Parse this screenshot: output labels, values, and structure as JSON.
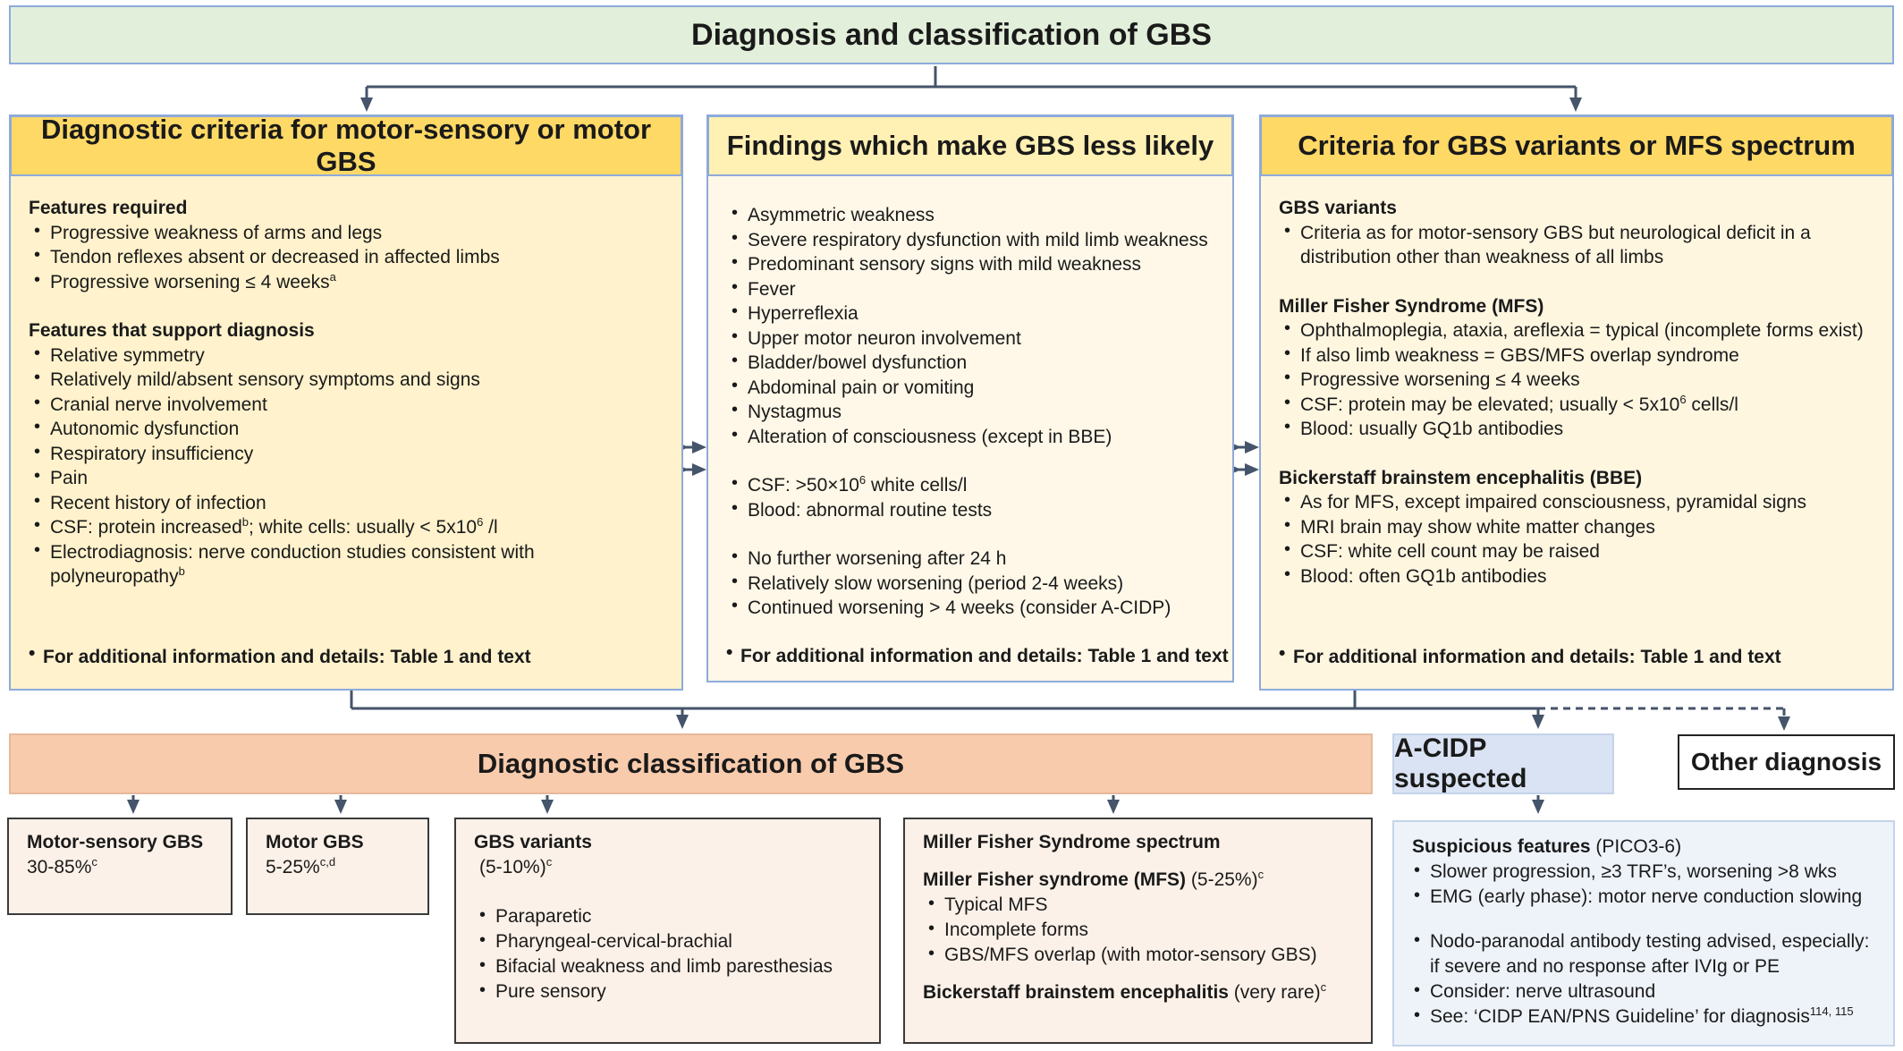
{
  "title": "Diagnosis and classification of GBS",
  "columns": {
    "left": {
      "header": "Diagnostic criteria for motor-sensory or motor GBS",
      "required_title": "Features required",
      "required_items": [
        "Progressive weakness of arms and legs",
        "Tendon reflexes absent or decreased in affected limbs",
        "Progressive worsening ≤ 4 weeks"
      ],
      "required_sup": "a",
      "support_title": "Features that support diagnosis",
      "support_items": [
        "Relative symmetry",
        "Relatively mild/absent sensory symptoms and signs",
        "Cranial nerve involvement",
        "Autonomic dysfunction",
        "Respiratory insufficiency",
        "Pain",
        "Recent history of infection"
      ],
      "csf_a": "CSF: protein increased",
      "csf_sup1": "b",
      "csf_b": "; white cells: usually < 5x10",
      "csf_sup2": "6",
      "csf_c": " /l",
      "electro": "Electrodiagnosis: nerve conduction studies consistent with polyneuropathy",
      "electro_sup": "b",
      "footer": "For additional information and details: Table 1 and text"
    },
    "middle": {
      "header": "Findings which make GBS less likely",
      "items_1": [
        "Asymmetric weakness",
        "Severe respiratory dysfunction with mild limb weakness",
        "Predominant sensory signs with mild weakness",
        "Fever",
        "Hyperreflexia",
        "Upper motor neuron involvement",
        "Bladder/bowel dysfunction",
        "Abdominal pain or vomiting",
        "Nystagmus",
        "Alteration of consciousness (except in BBE)"
      ],
      "csf_a": "CSF: >50×10",
      "csf_sup": "6",
      "csf_b": " white cells/l",
      "blood": "Blood: abnormal routine tests",
      "items_3": [
        "No further worsening after 24 h",
        "Relatively slow worsening (period 2-4 weeks)",
        "Continued worsening > 4 weeks (consider A-CIDP)"
      ],
      "footer": "For additional information and details: Table 1 and text"
    },
    "right": {
      "header": "Criteria for GBS variants or MFS spectrum",
      "variants_title": "GBS variants",
      "variants_items": [
        "Criteria as for motor-sensory GBS but neurological deficit in a distribution other than weakness of all limbs"
      ],
      "mfs_title": "Miller Fisher Syndrome (MFS)",
      "mfs_items": [
        "Ophthalmoplegia, ataxia, areflexia = typical (incomplete forms exist)",
        "If also limb weakness = GBS/MFS overlap syndrome",
        "Progressive worsening ≤ 4 weeks"
      ],
      "mfs_csf_a": "CSF: protein may be elevated; usually < 5x10",
      "mfs_csf_sup": "6",
      "mfs_csf_b": " cells/l",
      "mfs_blood": "Blood: usually GQ1b antibodies",
      "bbe_title": "Bickerstaff brainstem encephalitis (BBE)",
      "bbe_items": [
        "As for MFS, except impaired consciousness, pyramidal signs",
        "MRI brain may show white matter changes",
        "CSF: white cell count may be raised",
        "Blood: often GQ1b antibodies"
      ],
      "footer": "For additional information and details: Table 1 and text"
    }
  },
  "classification": {
    "title": "Diagnostic classification of GBS",
    "motor_sensory": {
      "title": "Motor-sensory GBS",
      "value": "30-85%",
      "sup": "c"
    },
    "motor": {
      "title": "Motor GBS",
      "value": "5-25%",
      "sup": "c,d"
    },
    "variants": {
      "title": "GBS variants",
      "value": "(5-10%)",
      "sup": "c",
      "items": [
        "Paraparetic",
        "Pharyngeal-cervical-brachial",
        "Bifacial weakness and limb paresthesias",
        "Pure sensory"
      ]
    },
    "mfs": {
      "title": "Miller Fisher Syndrome spectrum",
      "sub_bold": "Miller Fisher syndrome (MFS)",
      "sub_value": " (5-25%)",
      "sub_sup": "c",
      "items": [
        "Typical MFS",
        "Incomplete forms",
        "GBS/MFS overlap (with motor-sensory GBS)"
      ],
      "bbe_bold": "Bickerstaff brainstem encephalitis",
      "bbe_value": " (very rare)",
      "bbe_sup": "c"
    }
  },
  "acidp": {
    "title": "A-CIDP suspected",
    "features_bold": "Suspicious features",
    "features_ref": " (PICO3-6)",
    "items_1": [
      "Slower progression, ≥3 TRF’s, worsening >8 wks",
      "EMG (early phase): motor nerve conduction slowing"
    ],
    "items_2": [
      "Nodo-paranodal antibody testing advised, especially: if severe and no response after IVIg or PE",
      "Consider: nerve ultrasound"
    ],
    "see_text": "See: ‘CIDP EAN/PNS Guideline’ for diagnosis",
    "see_sup": "114, 115"
  },
  "other_diagnosis": "Other diagnosis"
}
